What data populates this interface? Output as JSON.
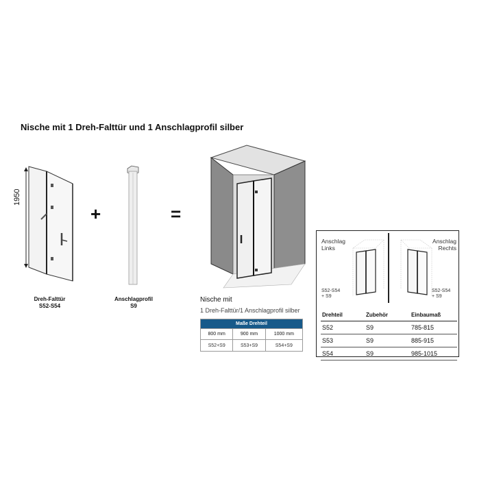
{
  "title": "Nische mit 1 Dreh-Falttür und 1 Anschlagprofil  silber",
  "door": {
    "dimension": "1950",
    "name": "Dreh-Falttür",
    "code": "S52-S54"
  },
  "plus": "+",
  "equals": "=",
  "profile": {
    "name": "Anschlagprofil",
    "code": "S9"
  },
  "niche": {
    "caption": "Nische mit",
    "subcaption": "1 Dreh-Falttür/1 Anschlagprofil  silber"
  },
  "size_table": {
    "header": "Maße Drehteil",
    "widths": [
      "800 mm",
      "900 mm",
      "1000 mm"
    ],
    "codes": [
      "S52+S9",
      "S53+S9",
      "S54+S9"
    ]
  },
  "panel": {
    "left_label": "Anschlag\nLinks",
    "right_label": "Anschlag\nRechts",
    "left_code": "S52-S54\n+ S9",
    "right_code": "S52-S54\n+ S9"
  },
  "spec_table": {
    "headers": [
      "Drehteil",
      "Zubehör",
      "Einbaumaß"
    ],
    "rows": [
      [
        "S52",
        "S9",
        "785-815"
      ],
      [
        "S53",
        "S9",
        "885-915"
      ],
      [
        "S54",
        "S9",
        "985-1015"
      ]
    ]
  }
}
